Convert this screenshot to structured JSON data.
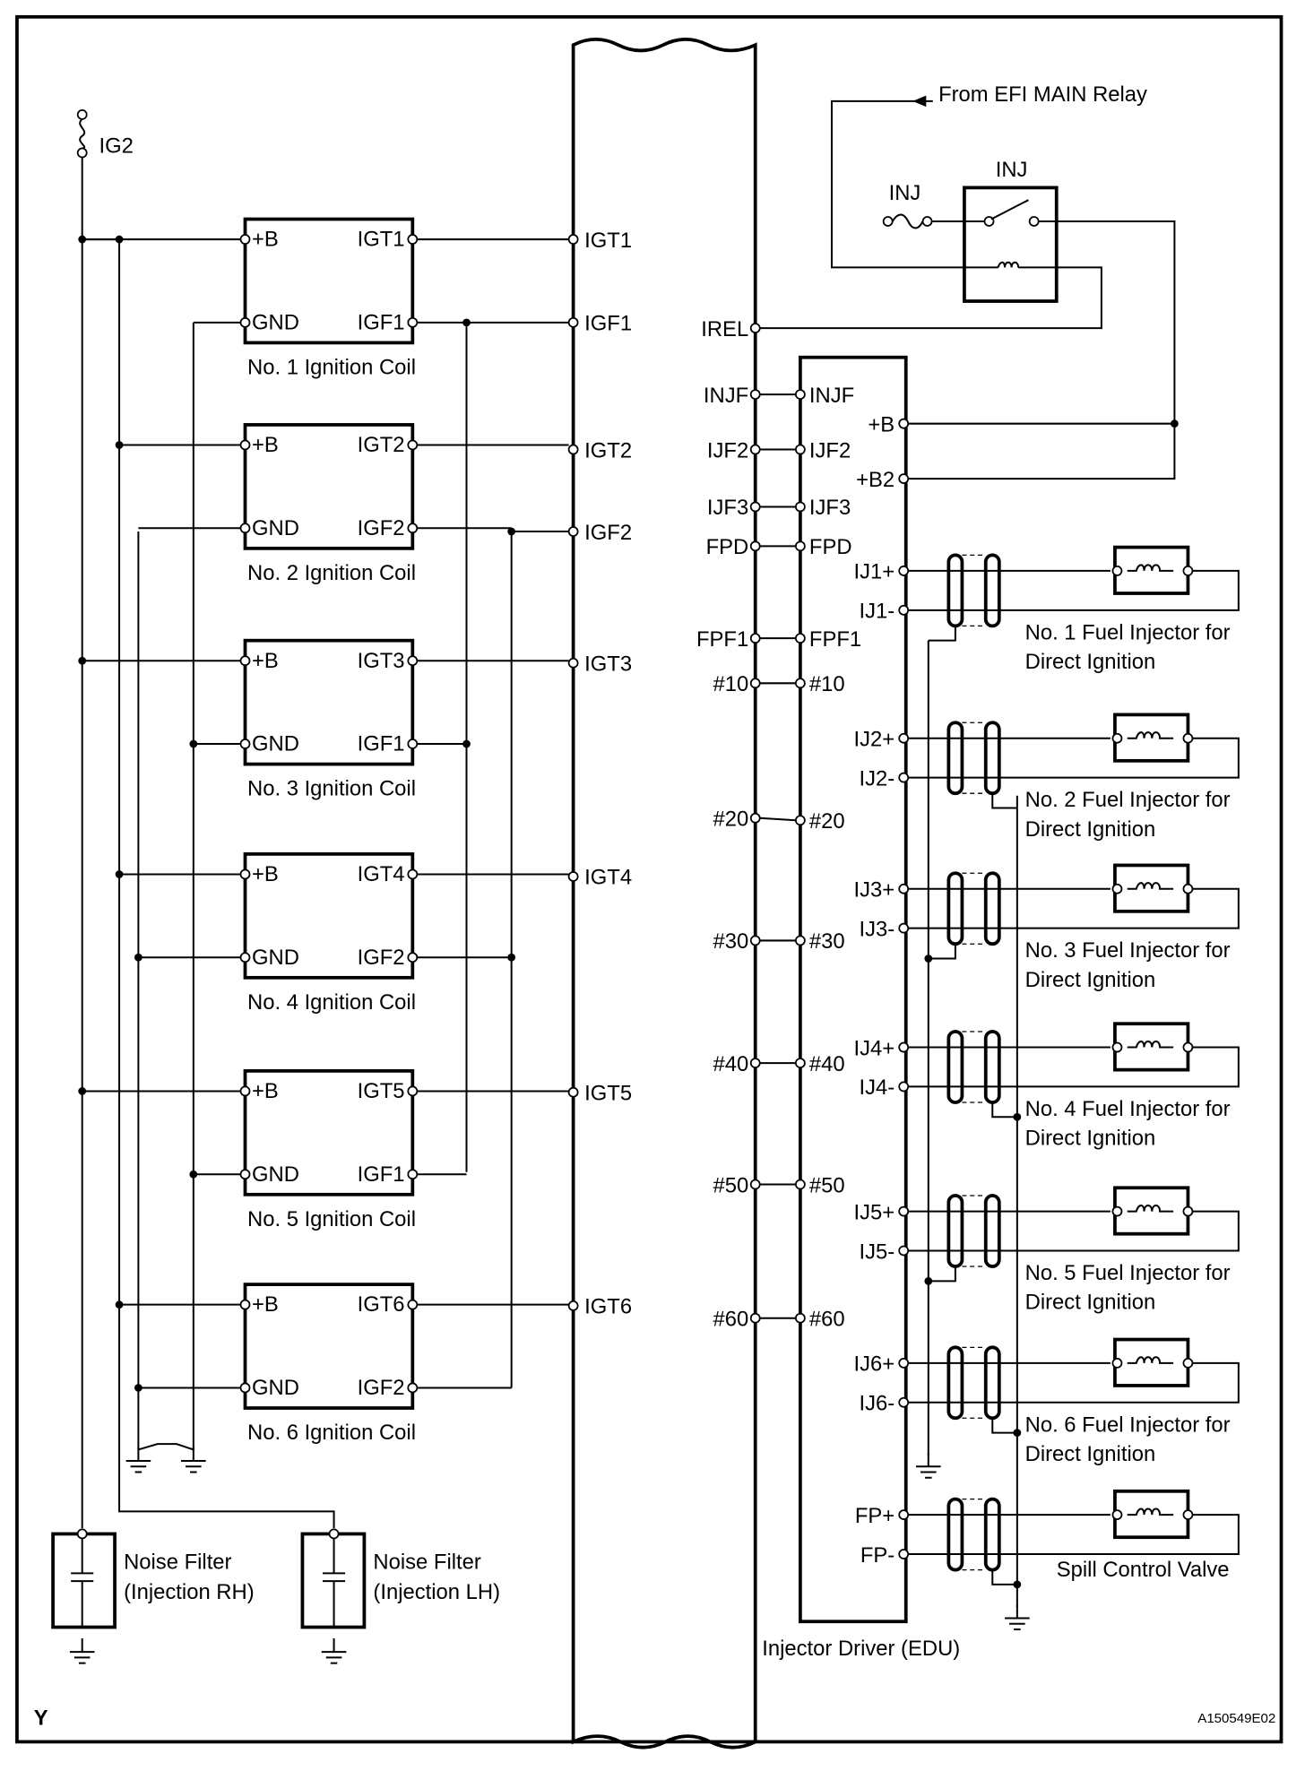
{
  "power": {
    "fuse_label": "IG2"
  },
  "ignition_coils": [
    {
      "label": "No. 1 Ignition Coil",
      "pin_b": "+B",
      "pin_gnd": "GND",
      "pin_igt": "IGT1",
      "pin_igf": "IGF1"
    },
    {
      "label": "No. 2 Ignition Coil",
      "pin_b": "+B",
      "pin_gnd": "GND",
      "pin_igt": "IGT2",
      "pin_igf": "IGF2"
    },
    {
      "label": "No. 3 Ignition Coil",
      "pin_b": "+B",
      "pin_gnd": "GND",
      "pin_igt": "IGT3",
      "pin_igf": "IGF1"
    },
    {
      "label": "No. 4 Ignition Coil",
      "pin_b": "+B",
      "pin_gnd": "GND",
      "pin_igt": "IGT4",
      "pin_igf": "IGF2"
    },
    {
      "label": "No. 5 Ignition Coil",
      "pin_b": "+B",
      "pin_gnd": "GND",
      "pin_igt": "IGT5",
      "pin_igf": "IGF1"
    },
    {
      "label": "No. 6 Ignition Coil",
      "pin_b": "+B",
      "pin_gnd": "GND",
      "pin_igt": "IGT6",
      "pin_igf": "IGF2"
    }
  ],
  "ecm_left_pins": [
    "IGT1",
    "IGF1",
    "IGT2",
    "IGF2",
    "IGT3",
    "IGT4",
    "IGT5",
    "IGT6"
  ],
  "ecm_right_pins": [
    "IREL",
    "INJF",
    "IJF2",
    "IJF3",
    "FPD",
    "FPF1",
    "#10",
    "#20",
    "#30",
    "#40",
    "#50",
    "#60"
  ],
  "edu": {
    "label": "Injector Driver (EDU)",
    "left_pins": [
      "INJF",
      "IJF2",
      "IJF3",
      "FPD",
      "FPF1",
      "#10",
      "#20",
      "#30",
      "#40",
      "#50",
      "#60"
    ],
    "power_pins": [
      "+B",
      "+B2"
    ]
  },
  "injectors": [
    {
      "plus": "IJ1+",
      "minus": "IJ1-",
      "label1": "No. 1 Fuel Injector for",
      "label2": "Direct Ignition"
    },
    {
      "plus": "IJ2+",
      "minus": "IJ2-",
      "label1": "No. 2 Fuel Injector for",
      "label2": "Direct Ignition"
    },
    {
      "plus": "IJ3+",
      "minus": "IJ3-",
      "label1": "No. 3 Fuel Injector for",
      "label2": "Direct Ignition"
    },
    {
      "plus": "IJ4+",
      "minus": "IJ4-",
      "label1": "No. 4 Fuel Injector for",
      "label2": "Direct Ignition"
    },
    {
      "plus": "IJ5+",
      "minus": "IJ5-",
      "label1": "No. 5 Fuel Injector for",
      "label2": "Direct Ignition"
    },
    {
      "plus": "IJ6+",
      "minus": "IJ6-",
      "label1": "No. 6 Fuel Injector for",
      "label2": "Direct Ignition"
    },
    {
      "plus": "FP+",
      "minus": "FP-",
      "label1": "Spill Control Valve",
      "label2": ""
    }
  ],
  "relay": {
    "label": "INJ",
    "fuse_label": "INJ",
    "source": "From EFI MAIN Relay"
  },
  "noise_filters": [
    {
      "line1": "Noise Filter",
      "line2": "(Injection RH)"
    },
    {
      "line1": "Noise Filter",
      "line2": "(Injection LH)"
    }
  ],
  "footer": {
    "left_mark": "Y",
    "code": "A150549E02"
  }
}
